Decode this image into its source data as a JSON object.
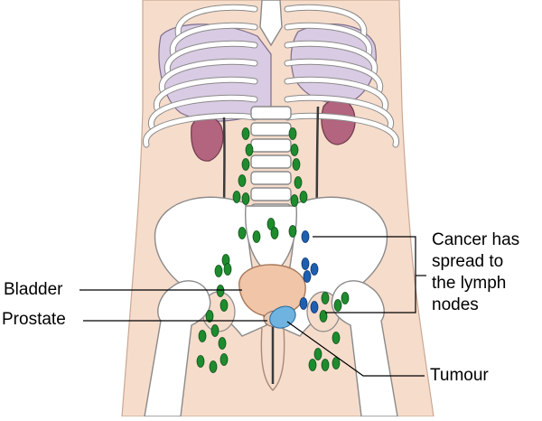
{
  "labels": {
    "bladder": "Bladder",
    "prostate": "Prostate",
    "tumour": "Tumour",
    "spread": [
      "Cancer has",
      "spread to",
      "the lymph",
      "nodes"
    ]
  },
  "colors": {
    "skin": "#f6dccb",
    "bone": "#ffffff",
    "bone_outline": "#8a8a8a",
    "liver": "#d9cbe3",
    "kidney": "#b3647e",
    "bladder": "#f0c5a8",
    "healthy_node": "#1e8c2e",
    "cancer_node": "#1f5fb0",
    "tumour": "#6fb3e0"
  }
}
